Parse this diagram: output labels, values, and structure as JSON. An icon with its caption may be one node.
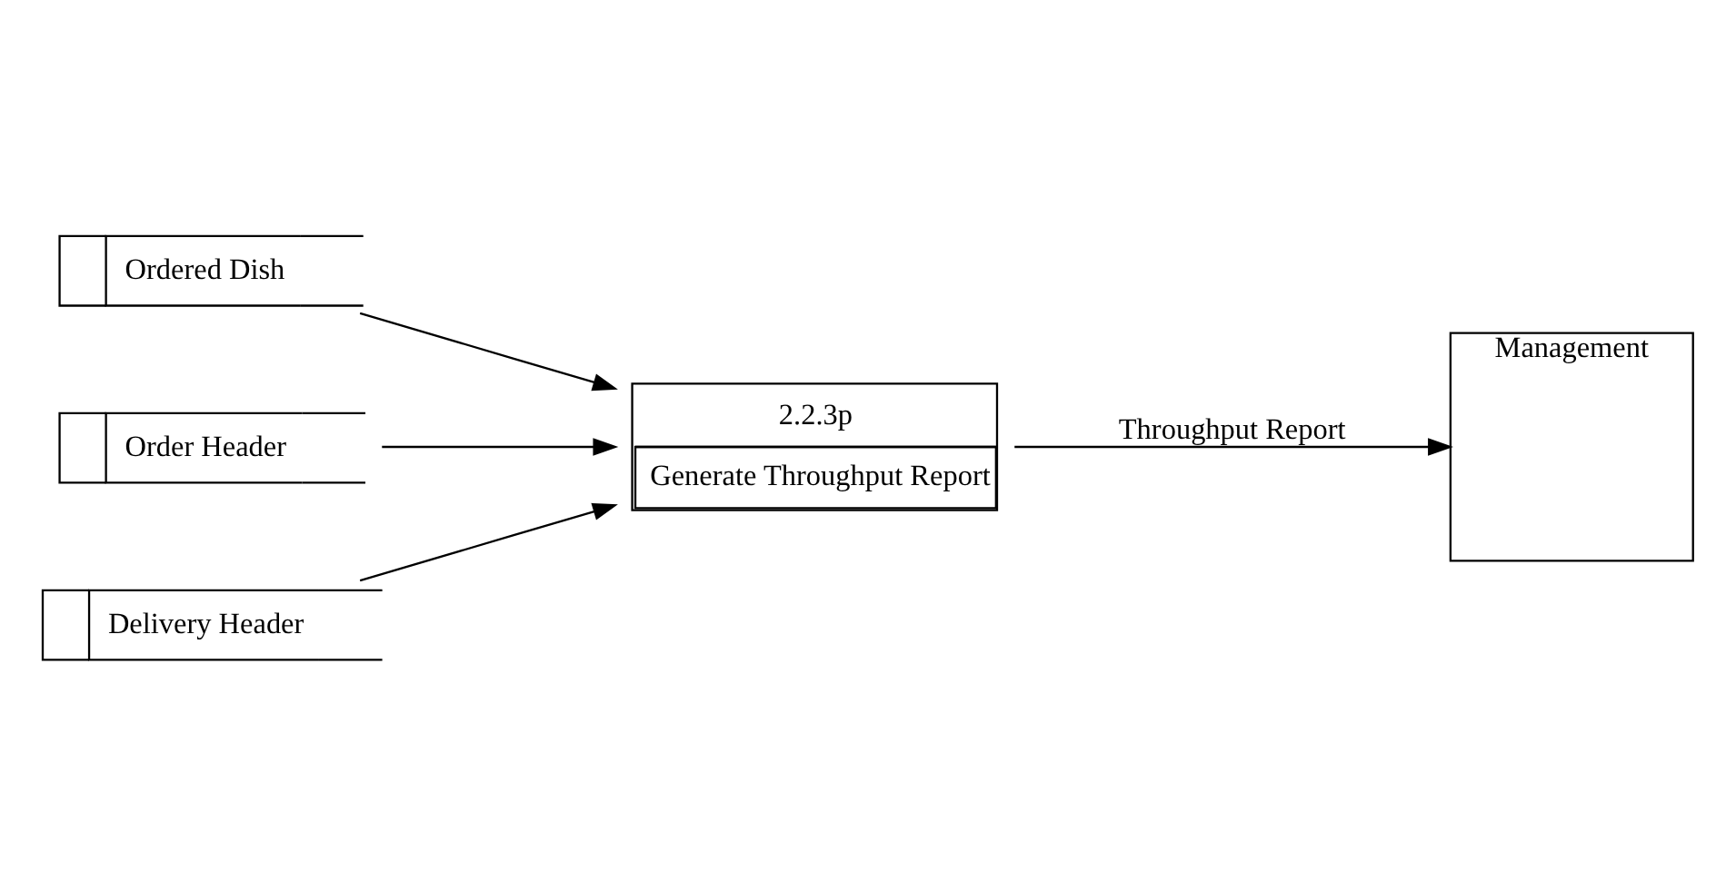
{
  "diagram": {
    "nodes": [
      {
        "text": [
          "Ordered Dish"
        ]
      },
      {
        "text": [
          "Order Header"
        ]
      },
      {
        "text": [
          "Delivery Header"
        ]
      },
      {
        "text": [
          "2.2.3p",
          "Generate Throughput Report"
        ]
      },
      {
        "text": [
          "Management"
        ]
      }
    ],
    "edges": [
      {
        "from": 0,
        "to": 3,
        "arrow": "to"
      },
      {
        "from": 1,
        "to": 3,
        "arrow": "to"
      },
      {
        "from": 2,
        "to": 3,
        "arrow": "to"
      },
      {
        "from": 3,
        "to": 4,
        "arrow": "to",
        "label": "Throughput Report"
      }
    ]
  }
}
